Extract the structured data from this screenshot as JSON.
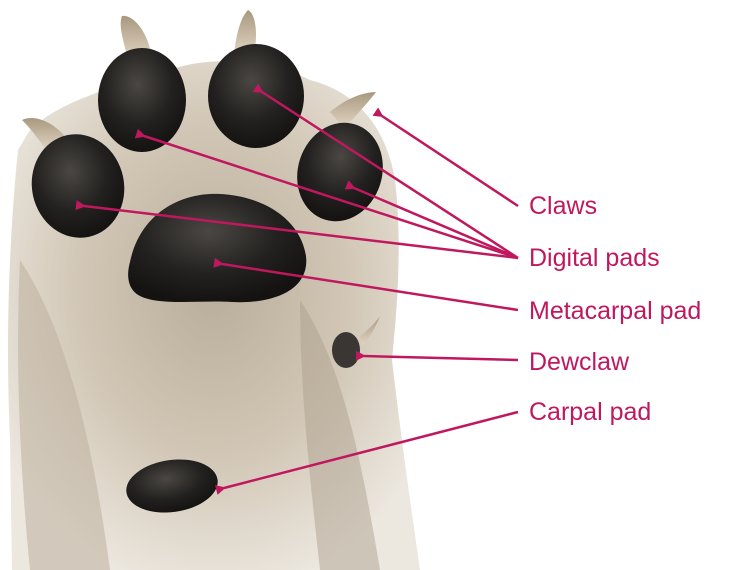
{
  "colors": {
    "accent": "#c0185f",
    "label_text": "#c0185f",
    "background": "#ffffff",
    "fur_light": "#e7e0d6",
    "fur_mid": "#c9bca9",
    "fur_dark": "#8f8574",
    "pad": "#1e1c1b",
    "pad_highlight": "#4a4744",
    "claw": "#cbbca4"
  },
  "labels": {
    "claws": "Claws",
    "digital_pads": "Digital pads",
    "metacarpal_pad": "Metacarpal pad",
    "dewclaw": "Dewclaw",
    "carpal_pad": "Carpal pad"
  }
}
